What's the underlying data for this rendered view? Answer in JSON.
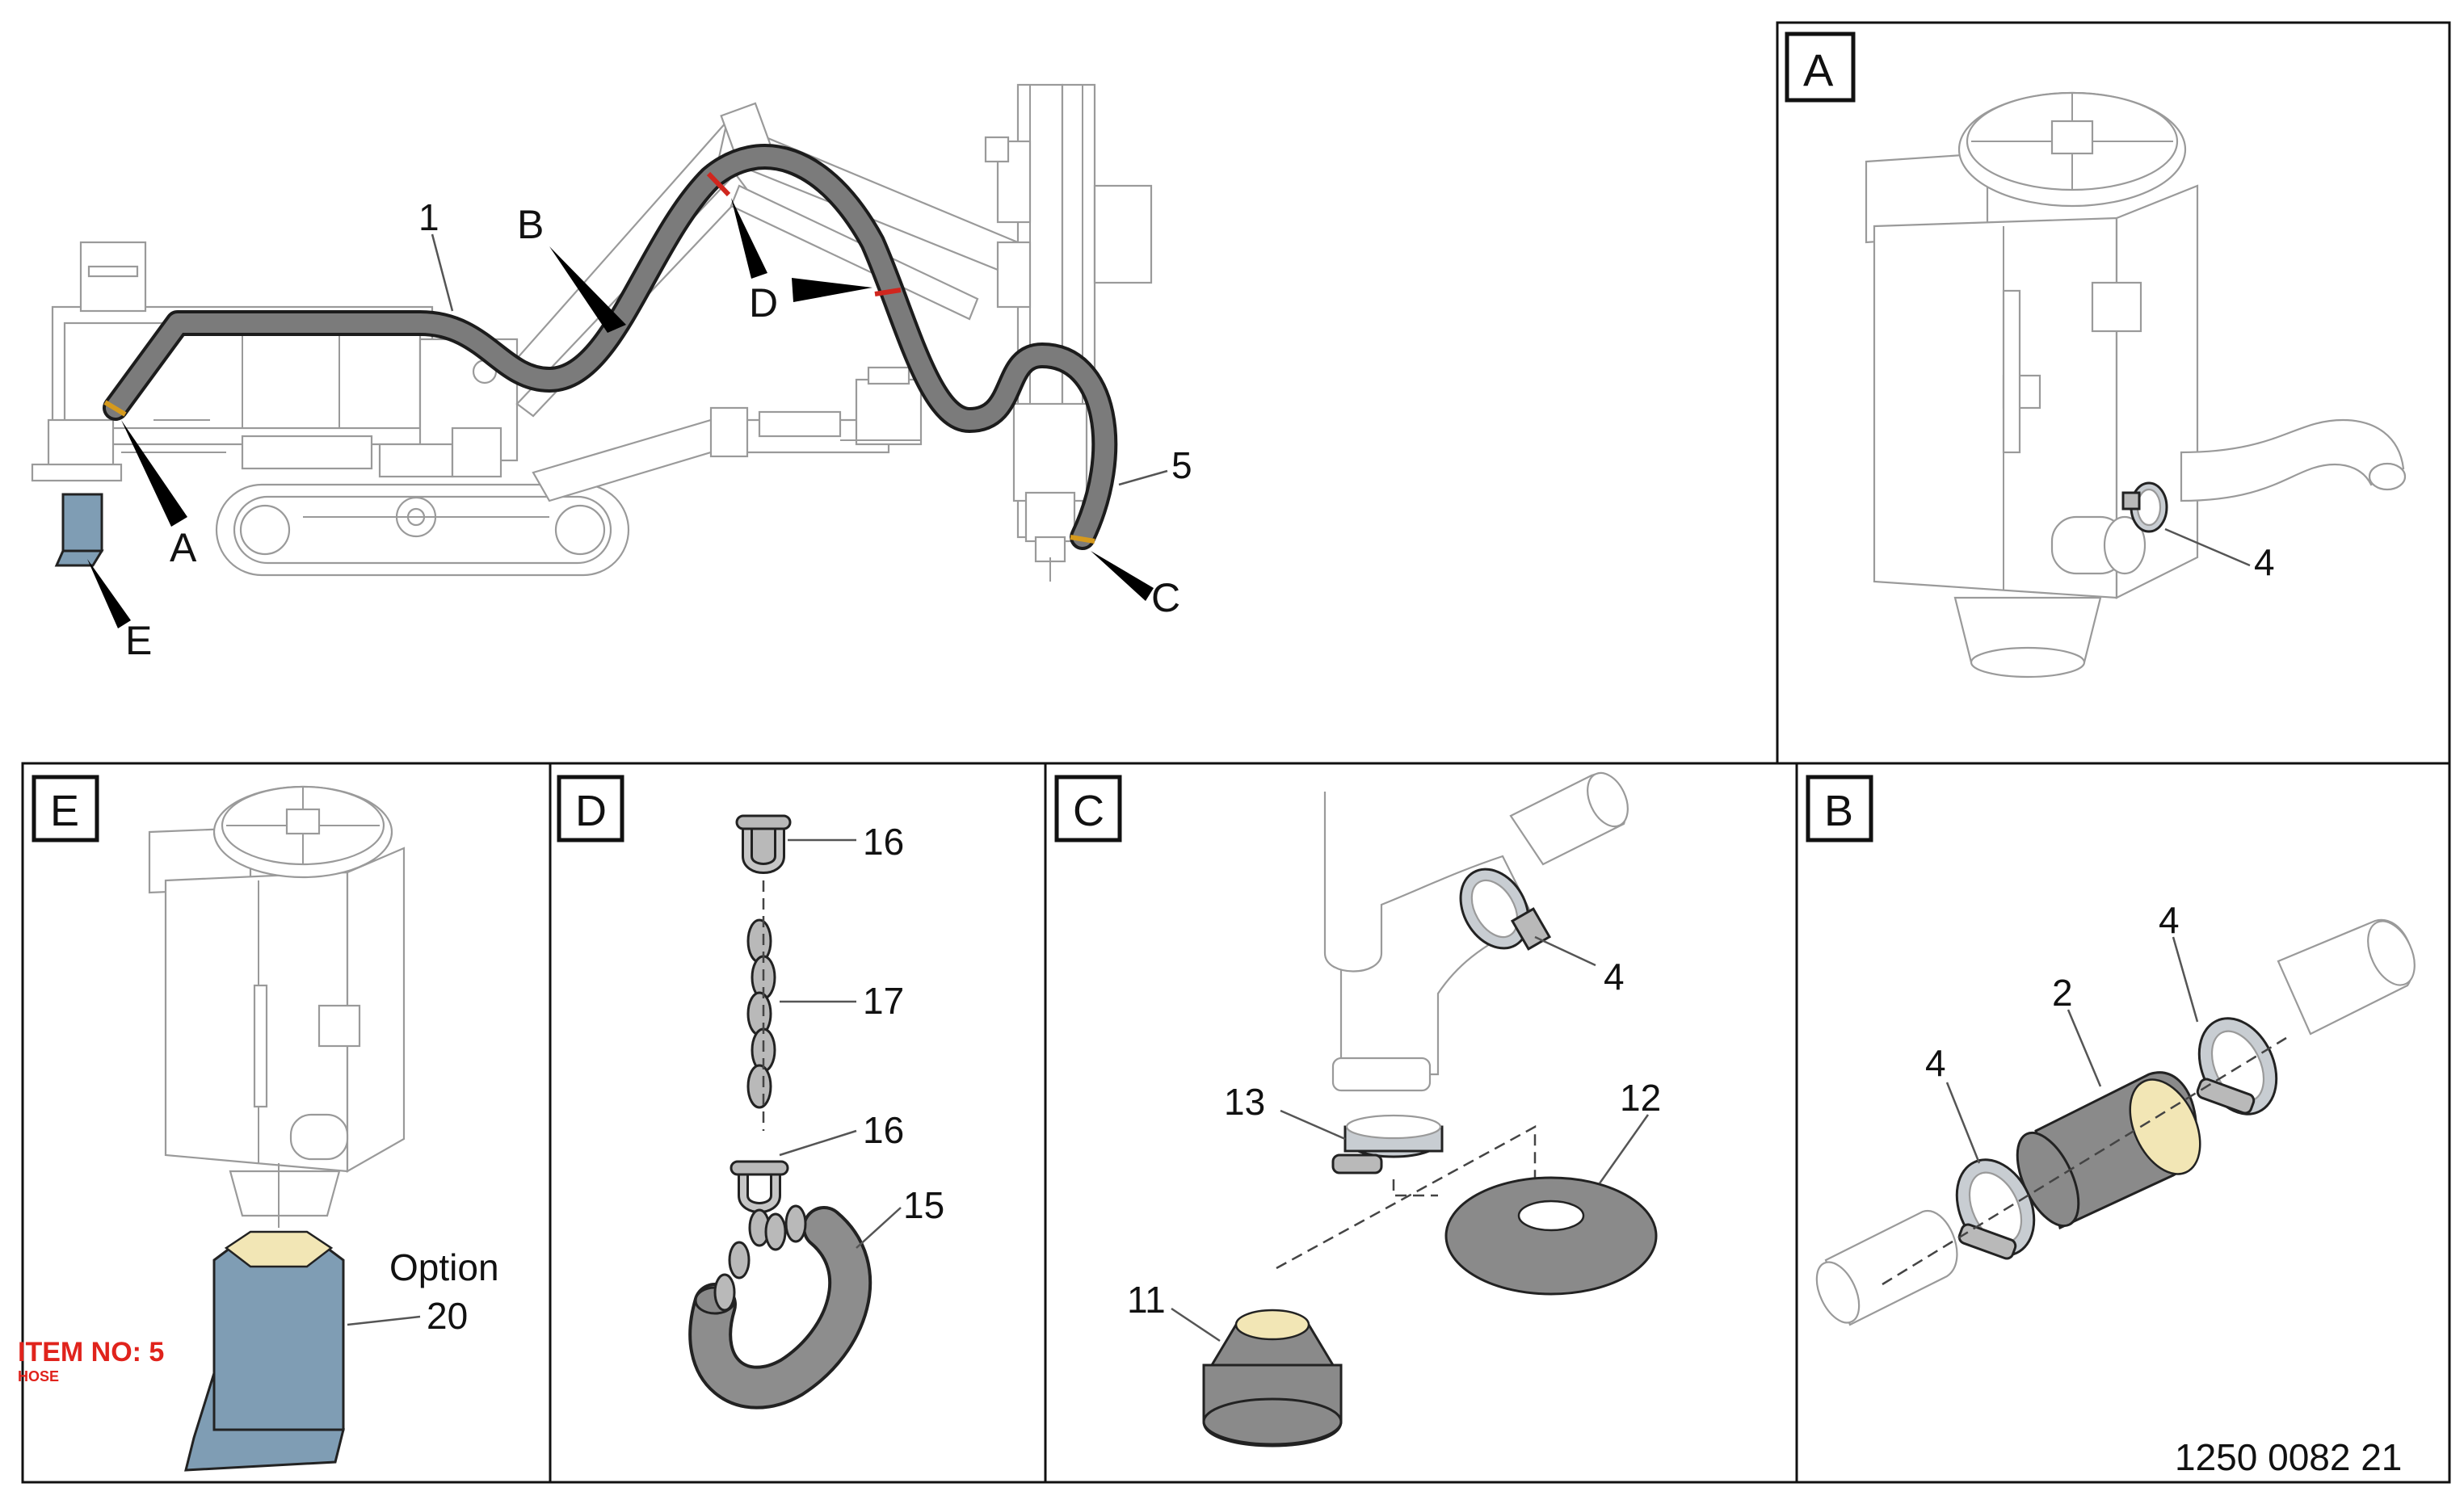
{
  "main_view": {
    "callouts": {
      "hose": "1",
      "hose_end": "5",
      "a": "A",
      "b": "B",
      "c": "C",
      "d": "D",
      "e": "E"
    }
  },
  "panels": {
    "a": {
      "tag": "A",
      "callout_clamp": "4"
    },
    "e": {
      "tag": "E",
      "option": "Option",
      "callout_bag": "20"
    },
    "d": {
      "tag": "D",
      "callout_shackle_top": "16",
      "callout_chain": "17",
      "callout_shackle_bottom": "16",
      "callout_weight": "15"
    },
    "c": {
      "tag": "C",
      "callout_clamp_top": "4",
      "callout_clamp_lower": "13",
      "callout_plate": "12",
      "callout_cap": "11"
    },
    "b": {
      "tag": "B",
      "callout_clamp_right": "4",
      "callout_sleeve": "2",
      "callout_clamp_left": "4"
    }
  },
  "overlay": {
    "item_no": "ITEM NO: 5",
    "item_name": "HOSE",
    "color": "#e0231c"
  },
  "drawing_number": "1250 0082 21"
}
